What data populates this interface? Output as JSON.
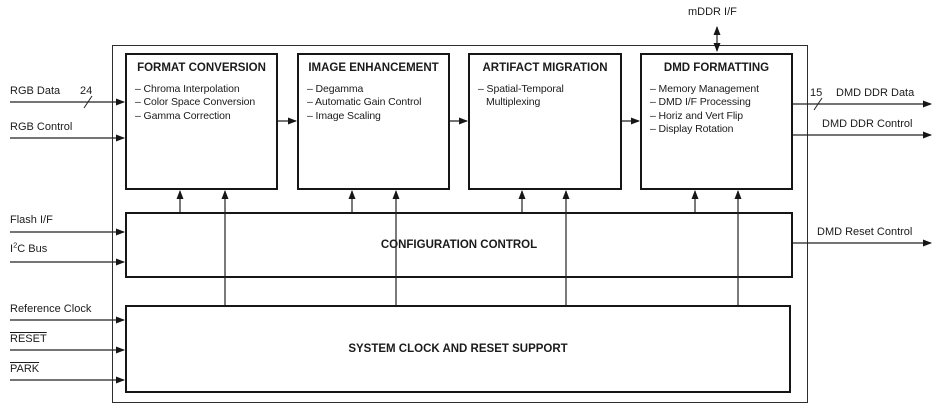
{
  "diagram": {
    "blocks": {
      "format_conversion": {
        "title": "FORMAT CONVERSION",
        "items": [
          "– Chroma Interpolation",
          "– Color Space Conversion",
          "– Gamma Correction"
        ]
      },
      "image_enhancement": {
        "title": "IMAGE ENHANCEMENT",
        "items": [
          "– Degamma",
          "– Automatic Gain Control",
          "– Image Scaling"
        ]
      },
      "artifact_migration": {
        "title": "ARTIFACT MIGRATION",
        "items": [
          "– Spatial-Temporal Multiplexing"
        ]
      },
      "dmd_formatting": {
        "title": "DMD FORMATTING",
        "items": [
          "– Memory Management",
          "– DMD I/F Processing",
          "– Horiz and Vert Flip",
          "– Display Rotation"
        ]
      },
      "configuration_control": {
        "title": "CONFIGURATION CONTROL"
      },
      "system_clock": {
        "title": "SYSTEM CLOCK AND RESET SUPPORT"
      }
    },
    "signals": {
      "top": {
        "mddr": "mDDR I/F"
      },
      "left": {
        "rgb_data": "RGB Data",
        "rgb_data_bus_width": "24",
        "rgb_control": "RGB Control",
        "flash": "Flash I/F",
        "i2c_pre": "I",
        "i2c_sup": "2",
        "i2c_post": "C Bus",
        "reference_clock": "Reference Clock",
        "reset": "RESET",
        "park": "PARK"
      },
      "right": {
        "dmd_ddr_data": "DMD DDR Data",
        "dmd_ddr_data_bus_width": "15",
        "dmd_ddr_control": "DMD DDR Control",
        "dmd_reset_control": "DMD Reset Control"
      }
    },
    "colors": {
      "line": "#222222",
      "text": "#1b1b1b",
      "background": "#ffffff"
    }
  }
}
